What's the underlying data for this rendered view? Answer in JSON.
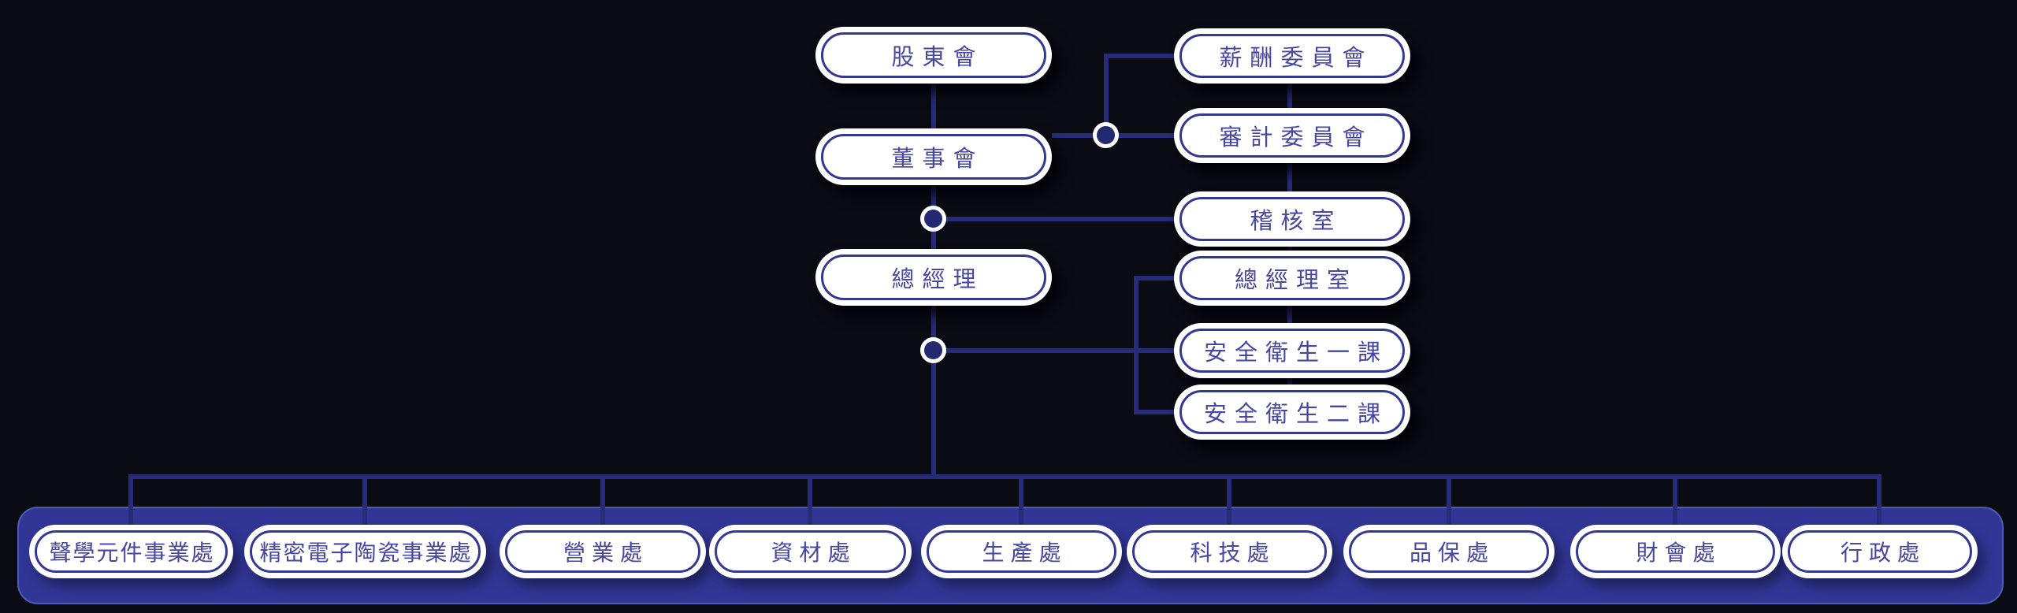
{
  "diagram": {
    "type": "org-chart",
    "background": "#0b0b14",
    "colors": {
      "connector": "#262c78",
      "node_fill": "#ffffff",
      "node_border": "#343893",
      "node_text": "#4747a0",
      "band_fill": "#313695",
      "band_edge": "#6e8ede",
      "junction_core": "#232a72",
      "junction_ring": "#ffffff"
    },
    "nodes": {
      "shareholders": {
        "label": "股東會"
      },
      "board": {
        "label": "董事會"
      },
      "president": {
        "label": "總經理"
      },
      "compensation_committee": {
        "label": "薪酬委員會"
      },
      "audit_committee": {
        "label": "審計委員會"
      },
      "audit_office": {
        "label": "稽核室"
      },
      "president_office": {
        "label": "總經理室"
      },
      "safety_section_1": {
        "label": "安全衛生一課"
      },
      "safety_section_2": {
        "label": "安全衛生二課"
      }
    },
    "departments": [
      {
        "label": "聲學元件事業處"
      },
      {
        "label": "精密電子陶瓷事業處"
      },
      {
        "label": "營業處"
      },
      {
        "label": "資材處"
      },
      {
        "label": "生產處"
      },
      {
        "label": "科技處"
      },
      {
        "label": "品保處"
      },
      {
        "label": "財會處"
      },
      {
        "label": "行政處"
      }
    ],
    "edges": [
      "股東會-董事會",
      "董事會-薪酬委員會",
      "董事會-審計委員會",
      "薪酬委員會-審計委員會",
      "審計委員會-稽核室",
      "董事會-總經理",
      "董事會/總經理節點-稽核室",
      "總經理-總經理室",
      "總經理-安全衛生一課",
      "總經理-安全衛生二課",
      "總經理室-安全衛生一課",
      "安全衛生一課-安全衛生二課",
      "總經理-各處級單位"
    ]
  }
}
